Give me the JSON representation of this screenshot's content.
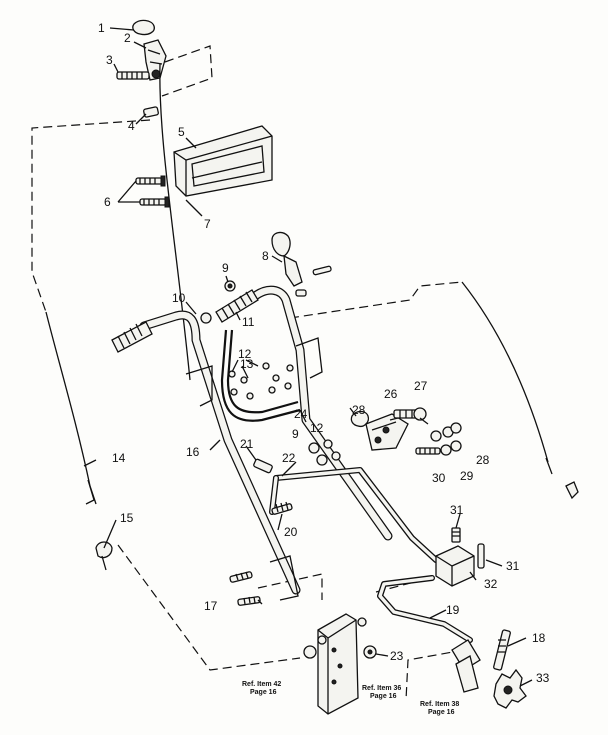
{
  "callouts": [
    {
      "n": "1"
    },
    {
      "n": "2"
    },
    {
      "n": "3"
    },
    {
      "n": "4"
    },
    {
      "n": "5"
    },
    {
      "n": "6"
    },
    {
      "n": "7"
    },
    {
      "n": "8"
    },
    {
      "n": "9"
    },
    {
      "n": "10"
    },
    {
      "n": "11"
    },
    {
      "n": "12"
    },
    {
      "n": "13"
    },
    {
      "n": "24"
    },
    {
      "n": "16"
    },
    {
      "n": "26"
    },
    {
      "n": "27"
    },
    {
      "n": "28"
    },
    {
      "n": "9"
    },
    {
      "n": "12"
    },
    {
      "n": "28"
    },
    {
      "n": "29"
    },
    {
      "n": "30"
    },
    {
      "n": "21"
    },
    {
      "n": "22"
    },
    {
      "n": "14"
    },
    {
      "n": "20"
    },
    {
      "n": "15"
    },
    {
      "n": "31"
    },
    {
      "n": "31"
    },
    {
      "n": "32"
    },
    {
      "n": "17"
    },
    {
      "n": "19"
    },
    {
      "n": "18"
    },
    {
      "n": "23"
    },
    {
      "n": "33"
    }
  ],
  "references": [
    {
      "line1": "Ref. Item 42",
      "line2": "Page 16"
    },
    {
      "line1": "Ref. Item 36",
      "line2": "Page 16"
    },
    {
      "line1": "Ref. Item 38",
      "line2": "Page 16"
    }
  ]
}
